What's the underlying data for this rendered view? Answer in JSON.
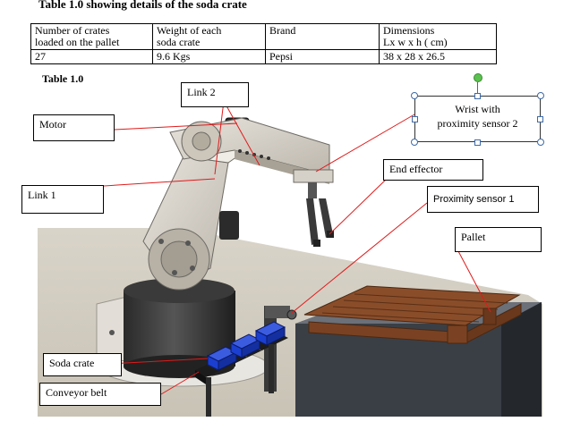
{
  "caption_top": "Table 1.0 showing details of the soda crate",
  "table": {
    "headers": [
      "Number of crates loaded on the pallet",
      "Weight of each soda crate",
      "Brand",
      "Dimensions Lx w x h ( cm)"
    ],
    "header_lines": [
      [
        "Number of crates",
        "loaded on the pallet"
      ],
      [
        "Weight of each",
        "soda crate"
      ],
      [
        "Brand",
        ""
      ],
      [
        "Dimensions",
        "Lx w x h ( cm)"
      ]
    ],
    "row": [
      "27",
      "9.6 Kgs",
      "Pepsi",
      "38 x 28 x 26.5"
    ]
  },
  "caption_bottom": "Table 1.0",
  "labels": {
    "motor": "Motor",
    "link2": "Link 2",
    "link1": "Link 1",
    "wrist_line1": "Wrist with",
    "wrist_line2": "proximity sensor 2",
    "end_effector": "End effector",
    "proximity_sensor_1": "Proximity sensor 1",
    "pallet": "Pallet",
    "soda_crate": "Soda crate",
    "conveyor_belt": "Conveyor belt"
  },
  "colors": {
    "leader_line": "#e01b1b",
    "crate_blue": "#1b3fd0",
    "pallet_brown": "#8a4d2a",
    "handle_blue": "#3e6aa8",
    "rotate_green": "#5bc24f"
  }
}
